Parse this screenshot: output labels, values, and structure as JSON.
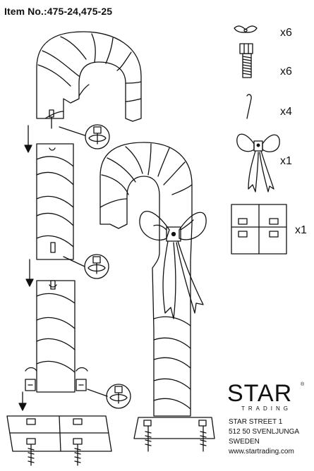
{
  "header": {
    "item_number": "Item No.:475-24,475-25"
  },
  "parts": [
    {
      "icon": "wing-nut-icon",
      "quantity": "x6"
    },
    {
      "icon": "bolt-icon",
      "quantity": "x6"
    },
    {
      "icon": "hook-icon",
      "quantity": "x4"
    },
    {
      "icon": "bow-icon",
      "quantity": "x1"
    },
    {
      "icon": "base-frame-icon",
      "quantity": "x1"
    }
  ],
  "brand": {
    "logo_word": "STAR",
    "logo_sub": "TRADING",
    "registered": "®",
    "address_lines": [
      "STAR STREET 1",
      "512 50 SVENLJUNGA",
      "SWEDEN",
      "www.startrading.com"
    ]
  },
  "colors": {
    "line": "#111111",
    "background": "#ffffff"
  }
}
